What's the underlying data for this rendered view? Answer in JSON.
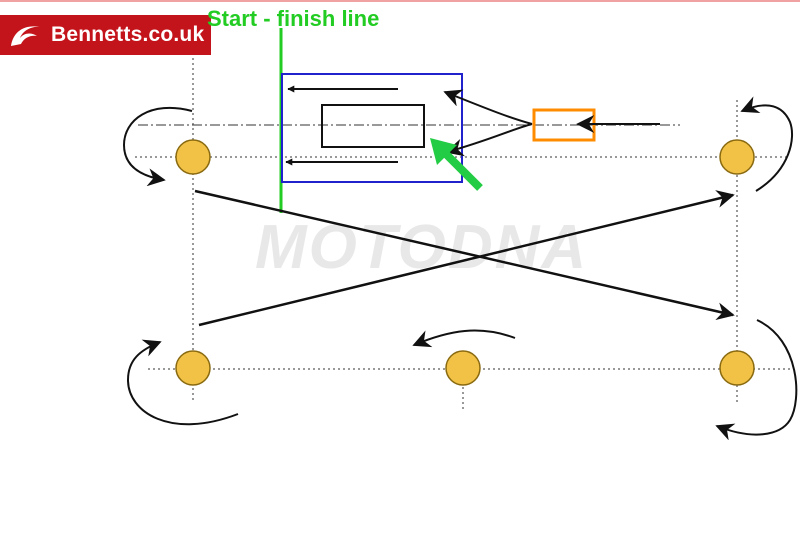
{
  "brand": {
    "name": "Bennetts.co.uk",
    "icon": "bennetts-swoosh-icon",
    "badge_color": "#c4141b"
  },
  "diagram": {
    "title": "Start - finish line",
    "watermark": "MOTODNA",
    "colors": {
      "start_line": "#22cc22",
      "box": "#2222cc",
      "bike": "#ff8c00",
      "cone_fill": "#f2c246",
      "cone_stroke": "#8a6a10",
      "arrow": "#111111",
      "pointer": "#22cc44"
    },
    "cone_count": 5
  }
}
